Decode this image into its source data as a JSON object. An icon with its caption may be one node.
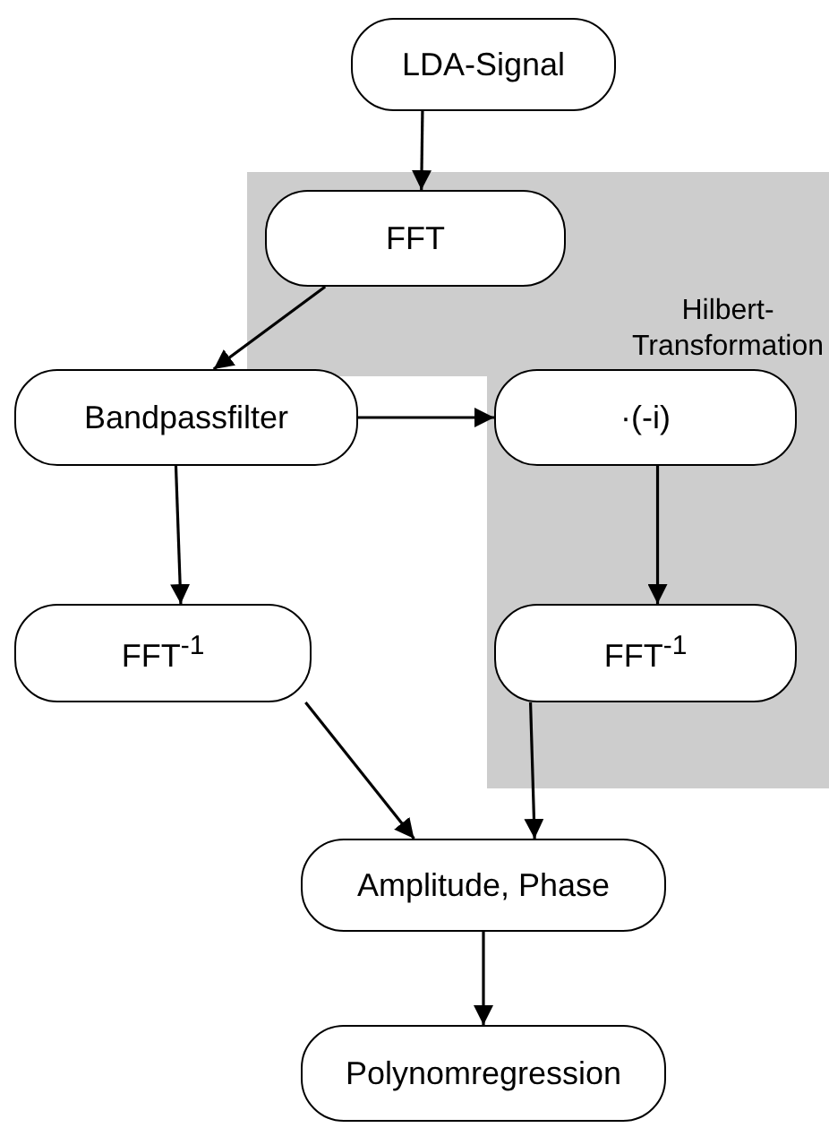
{
  "diagram": {
    "nodes": [
      {
        "text": [
          "LDA-Signal"
        ]
      },
      {
        "text": [
          "Hilbert-Transformation"
        ]
      },
      {
        "text": [
          "FFT"
        ],
        "in": 1
      },
      {
        "text": [
          "Bandpassfilter"
        ]
      },
      {
        "text": [
          "·(-i)"
        ],
        "in": 1
      },
      {
        "text": [
          "FFT$^{-1}$"
        ]
      },
      {
        "text": [
          "FFT$^{-1}$"
        ],
        "in": 1
      },
      {
        "text": [
          "Amplitude, Phase"
        ]
      },
      {
        "text": [
          "Polynomregression"
        ]
      }
    ],
    "edges": [
      {
        "from": 0,
        "to": 2,
        "arrow": "to"
      },
      {
        "from": 2,
        "to": 3,
        "arrow": "to"
      },
      {
        "from": 3,
        "to": 4,
        "arrow": "to"
      },
      {
        "from": 3,
        "to": 5,
        "arrow": "to"
      },
      {
        "from": 4,
        "to": 6,
        "arrow": "to"
      },
      {
        "from": 5,
        "to": 7,
        "arrow": "to"
      },
      {
        "from": 6,
        "to": 7,
        "arrow": "to"
      },
      {
        "from": 7,
        "to": 8,
        "arrow": "to"
      }
    ]
  }
}
